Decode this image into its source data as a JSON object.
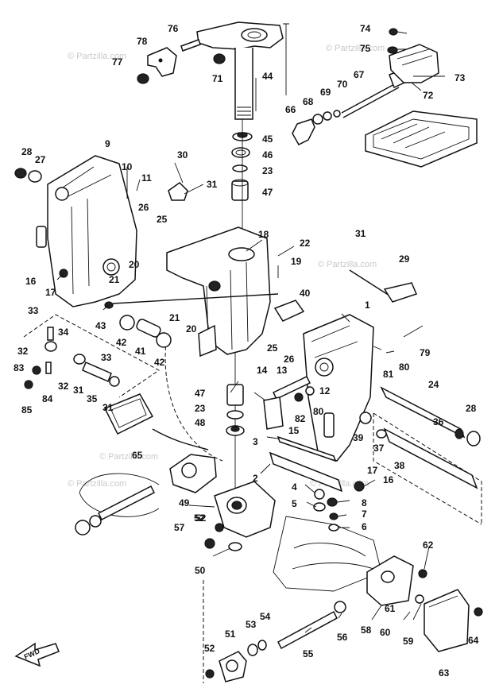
{
  "watermark": "© Partzilla.com",
  "fwd_label": "FWD",
  "labels": [
    "1",
    "2",
    "3",
    "4",
    "5",
    "6",
    "7",
    "8",
    "9",
    "10",
    "11",
    "12",
    "13",
    "14",
    "15",
    "16",
    "17",
    "18",
    "19",
    "20",
    "21",
    "22",
    "23",
    "24",
    "25",
    "26",
    "27",
    "28",
    "29",
    "30",
    "31",
    "32",
    "33",
    "34",
    "35",
    "36",
    "37",
    "38",
    "39",
    "40",
    "41",
    "42",
    "43",
    "44",
    "45",
    "46",
    "47",
    "48",
    "49",
    "50",
    "51",
    "52",
    "53",
    "54",
    "55",
    "56",
    "57",
    "58",
    "59",
    "60",
    "61",
    "62",
    "63",
    "64",
    "65",
    "66",
    "67",
    "68",
    "69",
    "70",
    "71",
    "72",
    "73",
    "74",
    "75",
    "76",
    "77",
    "78",
    "79",
    "80",
    "81",
    "82",
    "83",
    "84",
    "85"
  ]
}
